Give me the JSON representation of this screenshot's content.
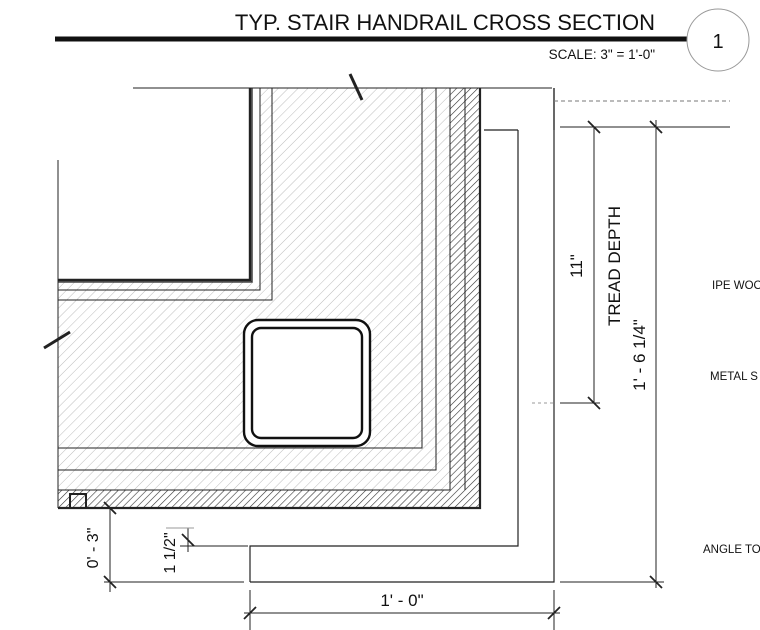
{
  "title": {
    "text": "TYP. STAIR HANDRAIL CROSS SECTION",
    "scale": "SCALE:  3\" = 1'-0\"",
    "detail_number": "1"
  },
  "dimensions": {
    "tread_height": "11\"",
    "tread_depth": "TREAD DEPTH",
    "overall_height": "1' - 6 1/4\"",
    "bottom_offset": "0' - 3\"",
    "angle_offset": "1 1/2\"",
    "width": "1' - 0\""
  },
  "notes": {
    "ipe": "IPE WOO",
    "metal": "METAL S",
    "angle": "ANGLE TO"
  }
}
